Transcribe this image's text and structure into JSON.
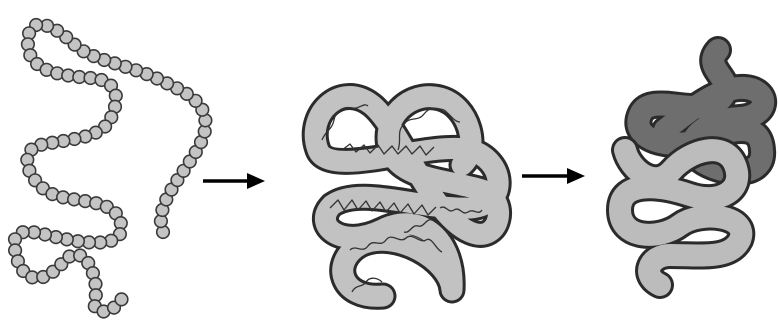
{
  "stages": [
    {
      "id": "primary",
      "color": "#c4c4c4"
    },
    {
      "id": "tertiary",
      "color": "#c4c4c4"
    },
    {
      "id": "quaternary",
      "colors": [
        "#6e6e6e",
        "#b4b4b4"
      ]
    }
  ],
  "arrows": 2,
  "colors": {
    "outline": "#2b2b2b",
    "bead_fill": "#c4c4c4",
    "light_chain": "#c2c2c2",
    "dark_chain": "#6e6e6e",
    "arrow": "#000000",
    "background": "#ffffff"
  }
}
